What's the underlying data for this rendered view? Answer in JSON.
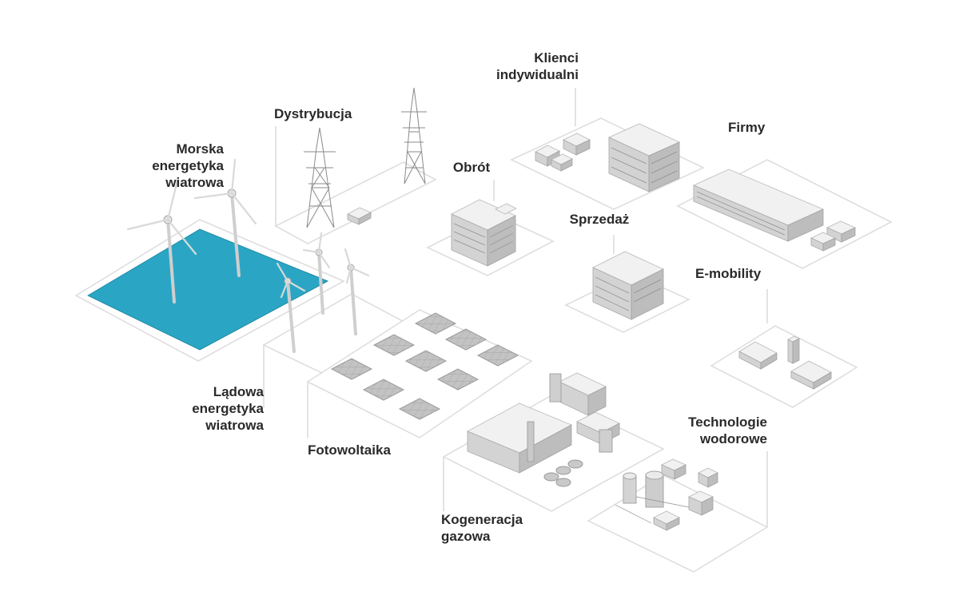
{
  "labels": {
    "offshore": [
      "Morska",
      "energetyka",
      "wiatrowa"
    ],
    "distribution": "Dystrybucja",
    "individual_clients": [
      "Klienci",
      "indywidualni"
    ],
    "trading": "Obrót",
    "companies": "Firmy",
    "sales": "Sprzedaż",
    "emobility": "E-mobility",
    "onshore": [
      "Lądowa",
      "energetyka",
      "wiatrowa"
    ],
    "photovoltaics": "Fotowoltaika",
    "hydrogen": [
      "Technologie",
      "wodorowe"
    ],
    "cogeneration": [
      "Kogeneracja",
      "gazowa"
    ]
  },
  "colors": {
    "sea": "#2aa6c4",
    "sea_edge": "#1f8aa5",
    "label_text": "#2a2a2a",
    "plate_stroke": "#dedede"
  }
}
